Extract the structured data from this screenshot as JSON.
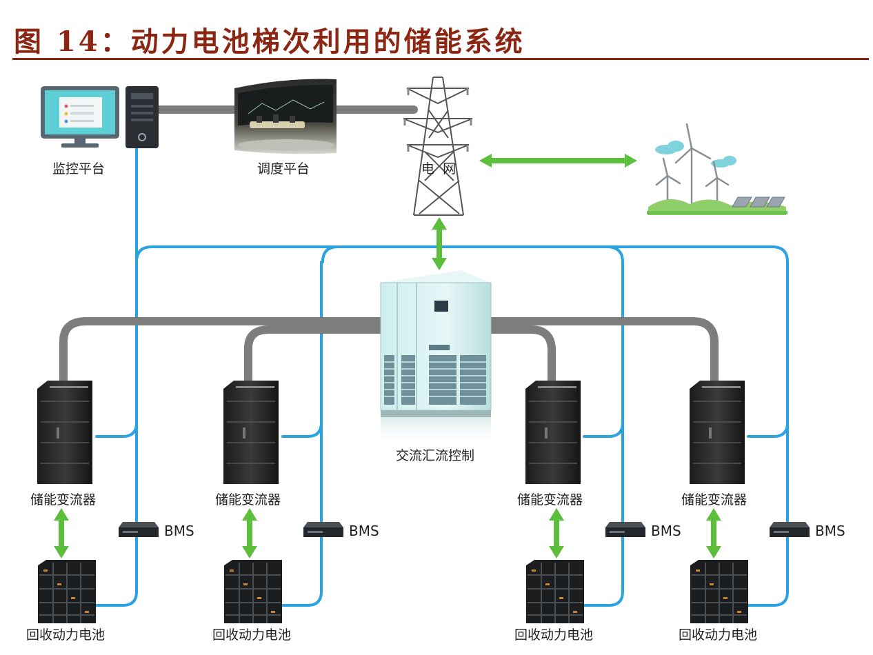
{
  "title": "图 14：动力电池梯次利用的储能系统",
  "labels": {
    "monitor": "监控平台",
    "dispatch": "调度平台",
    "grid": "电  网",
    "combiner": "交流汇流控制",
    "pcs": "储能变流器",
    "bms": "BMS",
    "battery": "回收动力电池"
  },
  "colors": {
    "title": "#8b2612",
    "blue_line": "#2aa3e0",
    "gray_line": "#7d7d7d",
    "green_arrow": "#5bbf3c"
  },
  "icons": [
    "monitor-icon",
    "server-tower-icon",
    "control-room-icon",
    "transmission-tower-icon",
    "wind-solar-farm-icon",
    "combiner-cabinet-icon",
    "pcs-cabinet-icon",
    "bms-device-icon",
    "battery-rack-icon"
  ]
}
